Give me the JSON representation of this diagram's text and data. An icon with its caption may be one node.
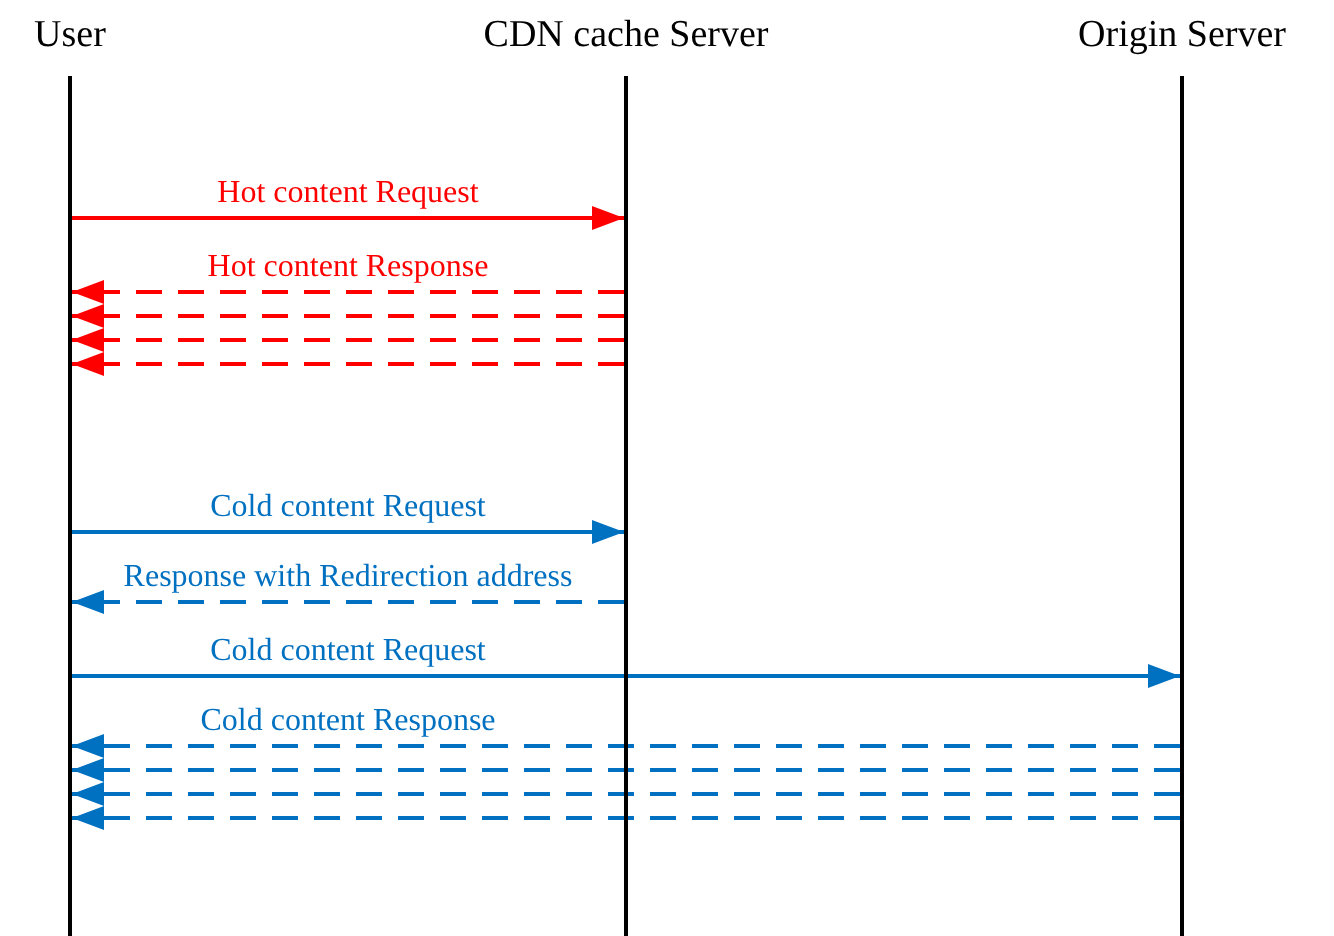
{
  "diagram": {
    "nodes": [
      {
        "text": [
          "User"
        ]
      },
      {
        "text": [
          "CDN cache Server"
        ]
      },
      {
        "text": [
          "Origin Server"
        ]
      }
    ],
    "edges": [
      {
        "from": 0,
        "to": 1,
        "arrow": "to",
        "label": "Hot content Request",
        "color": "#ff0000"
      },
      {
        "from": 1,
        "to": 0,
        "arrow": "to",
        "label": "Hot content Response",
        "style": "dashed",
        "color": "#ff0000"
      },
      {
        "from": 1,
        "to": 0,
        "arrow": "to",
        "style": "dashed",
        "color": "#ff0000"
      },
      {
        "from": 1,
        "to": 0,
        "arrow": "to",
        "style": "dashed",
        "color": "#ff0000"
      },
      {
        "from": 1,
        "to": 0,
        "arrow": "to",
        "style": "dashed",
        "color": "#ff0000"
      },
      {
        "from": 0,
        "to": 1,
        "arrow": "to",
        "label": "Cold content Request"
      },
      {
        "from": 1,
        "to": 0,
        "arrow": "to",
        "label": "Response with Redirection address",
        "style": "dashed"
      },
      {
        "from": 0,
        "to": 2,
        "arrow": "to",
        "label": "Cold content Request"
      },
      {
        "from": 2,
        "to": 0,
        "arrow": "to",
        "label": "Cold content Response",
        "style": "dashed"
      },
      {
        "from": 2,
        "to": 0,
        "arrow": "to",
        "style": "dashed"
      },
      {
        "from": 2,
        "to": 0,
        "arrow": "to",
        "style": "dashed"
      },
      {
        "from": 2,
        "to": 0,
        "arrow": "to",
        "style": "dashed"
      }
    ]
  }
}
